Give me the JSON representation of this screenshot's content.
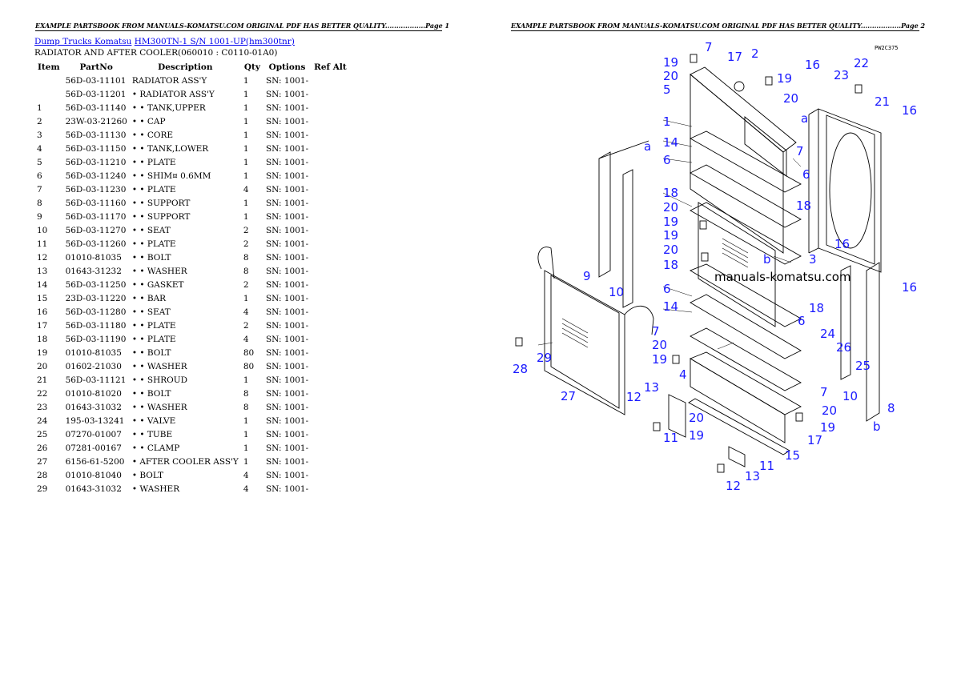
{
  "header": {
    "left": "EXAMPLE PARTSBOOK FROM MANUALS-KOMATSU.COM ORIGINAL PDF HAS BETTER QUALITY..................Page 1",
    "right": "EXAMPLE PARTSBOOK FROM MANUALS-KOMATSU.COM ORIGINAL PDF HAS BETTER QUALITY..................Page 2"
  },
  "breadcrumb": {
    "link1": "Dump Trucks Komatsu",
    "link2": "HM300TN-1 S/N 1001-UP(hm300tnr)"
  },
  "subtitle": "RADIATOR AND AFTER COOLER(060010 : C0110-01A0)",
  "table": {
    "headers": [
      "Item",
      "PartNo",
      "Description",
      "Qty",
      "Options",
      "Ref Alt"
    ],
    "rows": [
      [
        "",
        "56D-03-11101",
        "RADIATOR ASS'Y",
        "1",
        "SN: 1001-",
        ""
      ],
      [
        "",
        "56D-03-11201",
        "• RADIATOR ASS'Y",
        "1",
        "SN: 1001-",
        ""
      ],
      [
        "1",
        "56D-03-11140",
        "• • TANK,UPPER",
        "1",
        "SN: 1001-",
        ""
      ],
      [
        "2",
        "23W-03-21260",
        "• • CAP",
        "1",
        "SN: 1001-",
        ""
      ],
      [
        "3",
        "56D-03-11130",
        "• • CORE",
        "1",
        "SN: 1001-",
        ""
      ],
      [
        "4",
        "56D-03-11150",
        "• • TANK,LOWER",
        "1",
        "SN: 1001-",
        ""
      ],
      [
        "5",
        "56D-03-11210",
        "• • PLATE",
        "1",
        "SN: 1001-",
        ""
      ],
      [
        "6",
        "56D-03-11240",
        "• • SHIM¤ 0.6MM",
        "1",
        "SN: 1001-",
        ""
      ],
      [
        "7",
        "56D-03-11230",
        "• • PLATE",
        "4",
        "SN: 1001-",
        ""
      ],
      [
        "8",
        "56D-03-11160",
        "• • SUPPORT",
        "1",
        "SN: 1001-",
        ""
      ],
      [
        "9",
        "56D-03-11170",
        "• • SUPPORT",
        "1",
        "SN: 1001-",
        ""
      ],
      [
        "10",
        "56D-03-11270",
        "• • SEAT",
        "2",
        "SN: 1001-",
        ""
      ],
      [
        "11",
        "56D-03-11260",
        "• • PLATE",
        "2",
        "SN: 1001-",
        ""
      ],
      [
        "12",
        "01010-81035",
        "• • BOLT",
        "8",
        "SN: 1001-",
        ""
      ],
      [
        "13",
        "01643-31232",
        "• • WASHER",
        "8",
        "SN: 1001-",
        ""
      ],
      [
        "14",
        "56D-03-11250",
        "• • GASKET",
        "2",
        "SN: 1001-",
        ""
      ],
      [
        "15",
        "23D-03-11220",
        "• • BAR",
        "1",
        "SN: 1001-",
        ""
      ],
      [
        "16",
        "56D-03-11280",
        "• • SEAT",
        "4",
        "SN: 1001-",
        ""
      ],
      [
        "17",
        "56D-03-11180",
        "• • PLATE",
        "2",
        "SN: 1001-",
        ""
      ],
      [
        "18",
        "56D-03-11190",
        "• • PLATE",
        "4",
        "SN: 1001-",
        ""
      ],
      [
        "19",
        "01010-81035",
        "• • BOLT",
        "80",
        "SN: 1001-",
        ""
      ],
      [
        "20",
        "01602-21030",
        "• • WASHER",
        "80",
        "SN: 1001-",
        ""
      ],
      [
        "21",
        "56D-03-11121",
        "• • SHROUD",
        "1",
        "SN: 1001-",
        ""
      ],
      [
        "22",
        "01010-81020",
        "• • BOLT",
        "8",
        "SN: 1001-",
        ""
      ],
      [
        "23",
        "01643-31032",
        "• • WASHER",
        "8",
        "SN: 1001-",
        ""
      ],
      [
        "24",
        "195-03-13241",
        "• • VALVE",
        "1",
        "SN: 1001-",
        ""
      ],
      [
        "25",
        "07270-01007",
        "• • TUBE",
        "1",
        "SN: 1001-",
        ""
      ],
      [
        "26",
        "07281-00167",
        "• • CLAMP",
        "1",
        "SN: 1001-",
        ""
      ],
      [
        "27",
        "6156-61-5200",
        "• AFTER COOLER ASS'Y",
        "1",
        "SN: 1001-",
        ""
      ],
      [
        "28",
        "01010-81040",
        "• BOLT",
        "4",
        "SN: 1001-",
        ""
      ],
      [
        "29",
        "01643-31032",
        "• WASHER",
        "4",
        "SN: 1001-",
        ""
      ]
    ]
  },
  "diagram": {
    "drawing_code": "PW2C375",
    "watermark": "manuals-komatsu.com",
    "callout_color": "#1a1aff",
    "callouts": [
      "19",
      "20",
      "5",
      "7",
      "17",
      "2",
      "19",
      "20",
      "16",
      "23",
      "22",
      "21",
      "16",
      "1",
      "a",
      "7",
      "14",
      "6",
      "6",
      "18",
      "18",
      "20",
      "19",
      "19",
      "20",
      "3",
      "b",
      "18",
      "6",
      "14",
      "18",
      "6",
      "16",
      "16",
      "9",
      "10",
      "7",
      "20",
      "19",
      "4",
      "24",
      "26",
      "25",
      "29",
      "28",
      "27",
      "12",
      "13",
      "11",
      "20",
      "19",
      "11",
      "12",
      "13",
      "15",
      "17",
      "20",
      "19",
      "7",
      "10",
      "8",
      "b",
      "a"
    ]
  }
}
